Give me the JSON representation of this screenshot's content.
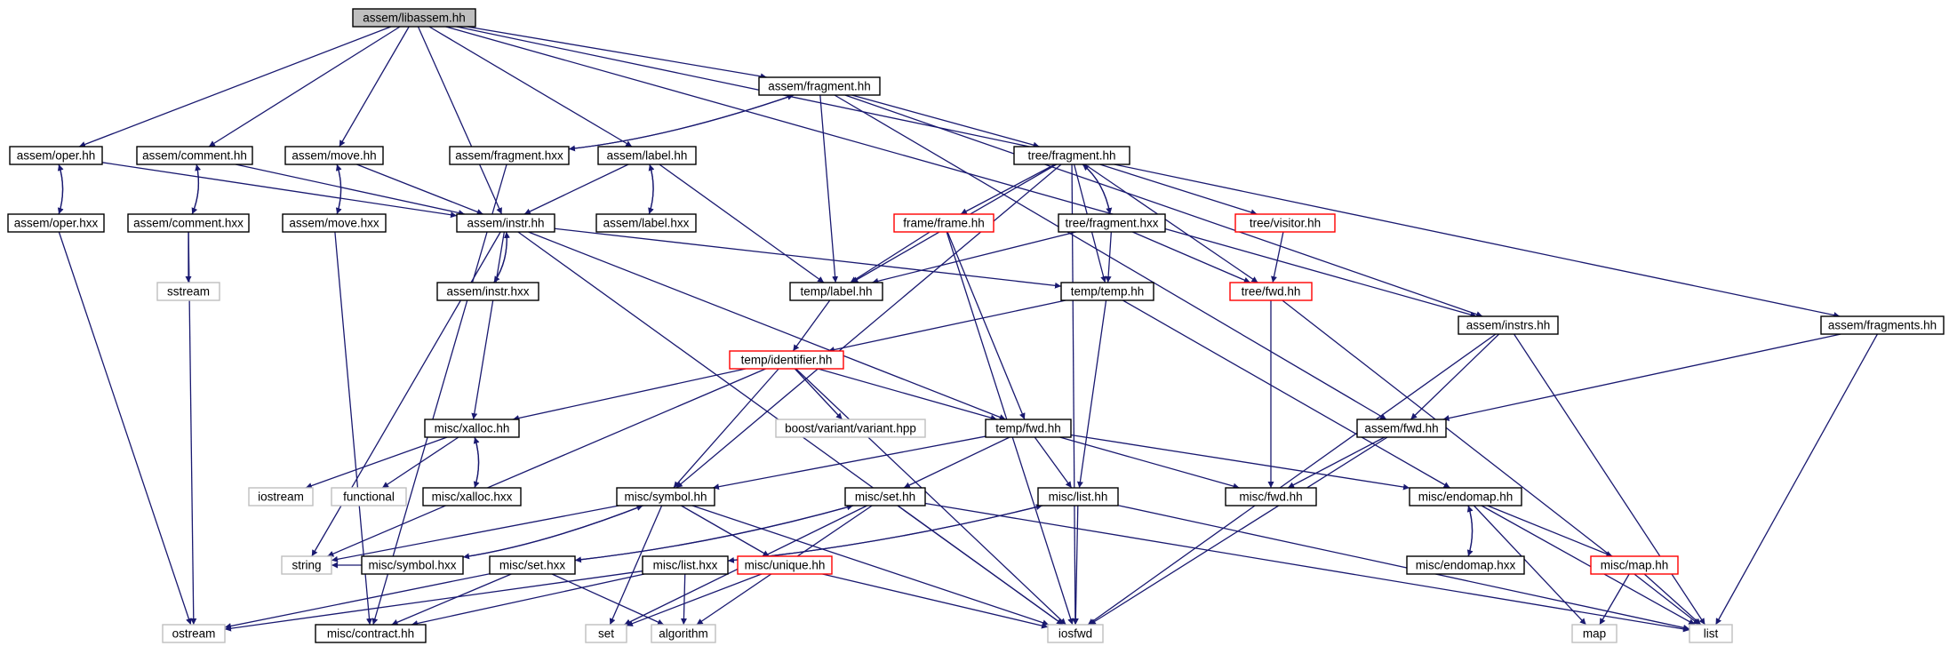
{
  "graph": {
    "root": "assem/libassem.hh",
    "nodes": [
      {
        "id": "libassem",
        "label": "assem/libassem.hh",
        "kind": "current"
      },
      {
        "id": "fragment_hh",
        "label": "assem/fragment.hh",
        "kind": "normal"
      },
      {
        "id": "oper_hh",
        "label": "assem/oper.hh",
        "kind": "normal"
      },
      {
        "id": "comment_hh",
        "label": "assem/comment.hh",
        "kind": "normal"
      },
      {
        "id": "move_hh",
        "label": "assem/move.hh",
        "kind": "normal"
      },
      {
        "id": "fragment_hxx",
        "label": "assem/fragment.hxx",
        "kind": "normal"
      },
      {
        "id": "label_hh",
        "label": "assem/label.hh",
        "kind": "normal"
      },
      {
        "id": "tree_fragment_hh",
        "label": "tree/fragment.hh",
        "kind": "normal"
      },
      {
        "id": "oper_hxx",
        "label": "assem/oper.hxx",
        "kind": "normal"
      },
      {
        "id": "comment_hxx",
        "label": "assem/comment.hxx",
        "kind": "normal"
      },
      {
        "id": "move_hxx",
        "label": "assem/move.hxx",
        "kind": "normal"
      },
      {
        "id": "instr_hh",
        "label": "assem/instr.hh",
        "kind": "normal"
      },
      {
        "id": "label_hxx",
        "label": "assem/label.hxx",
        "kind": "normal"
      },
      {
        "id": "frame_hh",
        "label": "frame/frame.hh",
        "kind": "truncated"
      },
      {
        "id": "tree_fragment_hxx",
        "label": "tree/fragment.hxx",
        "kind": "normal"
      },
      {
        "id": "tree_visitor_hh",
        "label": "tree/visitor.hh",
        "kind": "truncated"
      },
      {
        "id": "sstream",
        "label": "sstream",
        "kind": "external"
      },
      {
        "id": "instr_hxx",
        "label": "assem/instr.hxx",
        "kind": "normal"
      },
      {
        "id": "temp_label_hh",
        "label": "temp/label.hh",
        "kind": "normal"
      },
      {
        "id": "temp_temp_hh",
        "label": "temp/temp.hh",
        "kind": "normal"
      },
      {
        "id": "tree_fwd_hh",
        "label": "tree/fwd.hh",
        "kind": "truncated"
      },
      {
        "id": "temp_identifier_hh",
        "label": "temp/identifier.hh",
        "kind": "truncated"
      },
      {
        "id": "instrs_hh",
        "label": "assem/instrs.hh",
        "kind": "normal"
      },
      {
        "id": "fragments_hh",
        "label": "assem/fragments.hh",
        "kind": "normal"
      },
      {
        "id": "boost_variant",
        "label": "boost/variant/variant.hpp",
        "kind": "external"
      },
      {
        "id": "xalloc_hh",
        "label": "misc/xalloc.hh",
        "kind": "normal"
      },
      {
        "id": "temp_fwd_hh",
        "label": "temp/fwd.hh",
        "kind": "normal"
      },
      {
        "id": "assem_fwd_hh",
        "label": "assem/fwd.hh",
        "kind": "normal"
      },
      {
        "id": "iostream",
        "label": "iostream",
        "kind": "external"
      },
      {
        "id": "functional",
        "label": "functional",
        "kind": "external"
      },
      {
        "id": "xalloc_hxx",
        "label": "misc/xalloc.hxx",
        "kind": "normal"
      },
      {
        "id": "symbol_hh",
        "label": "misc/symbol.hh",
        "kind": "normal"
      },
      {
        "id": "set_hh",
        "label": "misc/set.hh",
        "kind": "normal"
      },
      {
        "id": "list_hh",
        "label": "misc/list.hh",
        "kind": "normal"
      },
      {
        "id": "misc_fwd_hh",
        "label": "misc/fwd.hh",
        "kind": "normal"
      },
      {
        "id": "endomap_hh",
        "label": "misc/endomap.hh",
        "kind": "normal"
      },
      {
        "id": "string",
        "label": "string",
        "kind": "external"
      },
      {
        "id": "symbol_hxx",
        "label": "misc/symbol.hxx",
        "kind": "normal"
      },
      {
        "id": "set_hxx",
        "label": "misc/set.hxx",
        "kind": "normal"
      },
      {
        "id": "list_hxx",
        "label": "misc/list.hxx",
        "kind": "normal"
      },
      {
        "id": "unique_hh",
        "label": "misc/unique.hh",
        "kind": "truncated"
      },
      {
        "id": "endomap_hxx",
        "label": "misc/endomap.hxx",
        "kind": "normal"
      },
      {
        "id": "map_hh",
        "label": "misc/map.hh",
        "kind": "truncated"
      },
      {
        "id": "ostream",
        "label": "ostream",
        "kind": "external"
      },
      {
        "id": "contract_hh",
        "label": "misc/contract.hh",
        "kind": "normal"
      },
      {
        "id": "set",
        "label": "set",
        "kind": "external"
      },
      {
        "id": "algorithm",
        "label": "algorithm",
        "kind": "external"
      },
      {
        "id": "iosfwd",
        "label": "iosfwd",
        "kind": "external"
      },
      {
        "id": "map",
        "label": "map",
        "kind": "external"
      },
      {
        "id": "list",
        "label": "list",
        "kind": "external"
      }
    ],
    "edges": [
      [
        "libassem",
        "fragment_hh"
      ],
      [
        "libassem",
        "oper_hh"
      ],
      [
        "libassem",
        "comment_hh"
      ],
      [
        "libassem",
        "move_hh"
      ],
      [
        "libassem",
        "label_hh"
      ],
      [
        "libassem",
        "instr_hh"
      ],
      [
        "libassem",
        "instrs_hh"
      ],
      [
        "libassem",
        "fragments_hh"
      ],
      [
        "fragment_hh",
        "fragment_hxx"
      ],
      [
        "fragment_hh",
        "tree_fragment_hh"
      ],
      [
        "fragment_hh",
        "temp_label_hh"
      ],
      [
        "fragment_hh",
        "assem_fwd_hh"
      ],
      [
        "fragment_hh",
        "instrs_hh"
      ],
      [
        "fragment_hxx",
        "fragment_hh"
      ],
      [
        "fragment_hxx",
        "contract_hh"
      ],
      [
        "oper_hh",
        "oper_hxx"
      ],
      [
        "oper_hh",
        "instr_hh"
      ],
      [
        "oper_hxx",
        "oper_hh"
      ],
      [
        "oper_hxx",
        "ostream"
      ],
      [
        "comment_hh",
        "comment_hxx"
      ],
      [
        "comment_hh",
        "instr_hh"
      ],
      [
        "comment_hxx",
        "comment_hh"
      ],
      [
        "comment_hxx",
        "sstream"
      ],
      [
        "comment_hxx",
        "ostream"
      ],
      [
        "move_hh",
        "move_hxx"
      ],
      [
        "move_hh",
        "instr_hh"
      ],
      [
        "move_hxx",
        "move_hh"
      ],
      [
        "move_hxx",
        "contract_hh"
      ],
      [
        "label_hh",
        "label_hxx"
      ],
      [
        "label_hh",
        "instr_hh"
      ],
      [
        "label_hh",
        "temp_label_hh"
      ],
      [
        "label_hxx",
        "label_hh"
      ],
      [
        "instr_hh",
        "instr_hxx"
      ],
      [
        "instr_hh",
        "temp_temp_hh"
      ],
      [
        "instr_hh",
        "temp_fwd_hh"
      ],
      [
        "instr_hh",
        "xalloc_hh"
      ],
      [
        "instr_hh",
        "string"
      ],
      [
        "instr_hh",
        "iosfwd"
      ],
      [
        "instr_hxx",
        "instr_hh"
      ],
      [
        "tree_fragment_hh",
        "frame_hh"
      ],
      [
        "tree_fragment_hh",
        "tree_fragment_hxx"
      ],
      [
        "tree_fragment_hh",
        "tree_visitor_hh"
      ],
      [
        "tree_fragment_hh",
        "temp_label_hh"
      ],
      [
        "tree_fragment_hh",
        "temp_temp_hh"
      ],
      [
        "tree_fragment_hh",
        "tree_fwd_hh"
      ],
      [
        "tree_fragment_hh",
        "symbol_hh"
      ],
      [
        "tree_fragment_hh",
        "iosfwd"
      ],
      [
        "tree_fragment_hxx",
        "tree_fragment_hh"
      ],
      [
        "tree_fragment_hxx",
        "temp_label_hh"
      ],
      [
        "tree_fragment_hxx",
        "temp_temp_hh"
      ],
      [
        "tree_fragment_hxx",
        "tree_fwd_hh"
      ],
      [
        "frame_hh",
        "temp_label_hh"
      ],
      [
        "frame_hh",
        "temp_fwd_hh"
      ],
      [
        "frame_hh",
        "iosfwd"
      ],
      [
        "tree_visitor_hh",
        "tree_fwd_hh"
      ],
      [
        "tree_fwd_hh",
        "misc_fwd_hh"
      ],
      [
        "tree_fwd_hh",
        "list"
      ],
      [
        "temp_label_hh",
        "temp_identifier_hh"
      ],
      [
        "temp_temp_hh",
        "temp_identifier_hh"
      ],
      [
        "temp_temp_hh",
        "list_hh"
      ],
      [
        "temp_temp_hh",
        "endomap_hh"
      ],
      [
        "temp_identifier_hh",
        "xalloc_hh"
      ],
      [
        "temp_identifier_hh",
        "boost_variant"
      ],
      [
        "temp_identifier_hh",
        "temp_fwd_hh"
      ],
      [
        "temp_identifier_hh",
        "symbol_hh"
      ],
      [
        "temp_identifier_hh",
        "string"
      ],
      [
        "temp_identifier_hh",
        "iosfwd"
      ],
      [
        "instrs_hh",
        "assem_fwd_hh"
      ],
      [
        "instrs_hh",
        "iosfwd"
      ],
      [
        "instrs_hh",
        "list"
      ],
      [
        "fragments_hh",
        "assem_fwd_hh"
      ],
      [
        "fragments_hh",
        "list"
      ],
      [
        "assem_fwd_hh",
        "misc_fwd_hh"
      ],
      [
        "assem_fwd_hh",
        "iosfwd"
      ],
      [
        "xalloc_hh",
        "xalloc_hxx"
      ],
      [
        "xalloc_hh",
        "iostream"
      ],
      [
        "xalloc_hh",
        "functional"
      ],
      [
        "xalloc_hxx",
        "xalloc_hh"
      ],
      [
        "temp_fwd_hh",
        "symbol_hh"
      ],
      [
        "temp_fwd_hh",
        "set_hh"
      ],
      [
        "temp_fwd_hh",
        "list_hh"
      ],
      [
        "temp_fwd_hh",
        "misc_fwd_hh"
      ],
      [
        "temp_fwd_hh",
        "endomap_hh"
      ],
      [
        "symbol_hh",
        "symbol_hxx"
      ],
      [
        "symbol_hh",
        "unique_hh"
      ],
      [
        "symbol_hh",
        "string"
      ],
      [
        "symbol_hh",
        "set"
      ],
      [
        "symbol_hh",
        "iosfwd"
      ],
      [
        "symbol_hxx",
        "symbol_hh"
      ],
      [
        "symbol_hxx",
        "string"
      ],
      [
        "set_hh",
        "set_hxx"
      ],
      [
        "set_hh",
        "set"
      ],
      [
        "set_hh",
        "algorithm"
      ],
      [
        "set_hh",
        "iosfwd"
      ],
      [
        "set_hh",
        "list"
      ],
      [
        "set_hxx",
        "set_hh"
      ],
      [
        "set_hxx",
        "ostream"
      ],
      [
        "set_hxx",
        "algorithm"
      ],
      [
        "set_hxx",
        "contract_hh"
      ],
      [
        "list_hh",
        "list_hxx"
      ],
      [
        "list_hh",
        "iosfwd"
      ],
      [
        "list_hh",
        "list"
      ],
      [
        "list_hxx",
        "list_hh"
      ],
      [
        "list_hxx",
        "ostream"
      ],
      [
        "list_hxx",
        "algorithm"
      ],
      [
        "list_hxx",
        "contract_hh"
      ],
      [
        "unique_hh",
        "set"
      ],
      [
        "unique_hh",
        "iosfwd"
      ],
      [
        "endomap_hh",
        "endomap_hxx"
      ],
      [
        "endomap_hh",
        "map_hh"
      ],
      [
        "endomap_hh",
        "map"
      ],
      [
        "endomap_hh",
        "list"
      ],
      [
        "endomap_hxx",
        "endomap_hh"
      ],
      [
        "map_hh",
        "map"
      ],
      [
        "map_hh",
        "list"
      ]
    ],
    "colors": {
      "current_fill": "#bfbfbf",
      "normal_border": "#000000",
      "truncated_border": "#ff0000",
      "external_border": "#bfbfbf",
      "edge": "#191970"
    }
  }
}
